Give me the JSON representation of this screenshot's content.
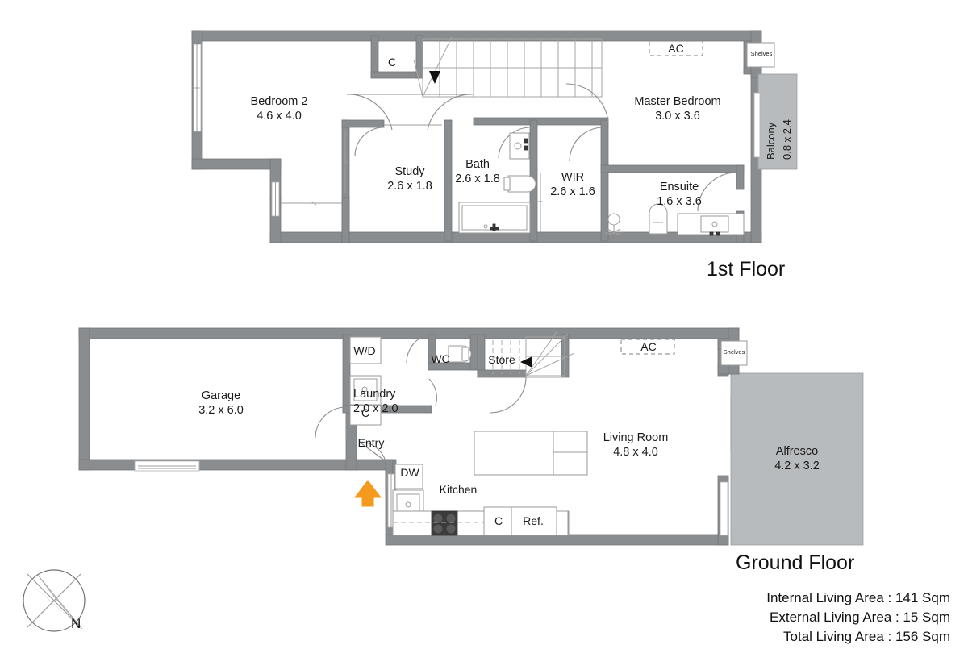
{
  "document": {
    "type": "residential-floor-plan",
    "background_color": "#ffffff",
    "wall_color": "#8a8d8f",
    "wall_outline_color": "#6f7274",
    "fixture_line_color": "#9a9a9a",
    "alfresco_fill_color": "#b8bbbd",
    "balcony_fill_color": "#b8bbbd",
    "text_color": "#1a1a1a",
    "entry_arrow_color": "#f59a1e"
  },
  "floors": [
    {
      "id": "first-floor",
      "title": "1st Floor",
      "rooms": [
        {
          "id": "bedroom-2",
          "name": "Bedroom 2",
          "dimensions": "4.6 x 4.0"
        },
        {
          "id": "study",
          "name": "Study",
          "dimensions": "2.6 x 1.8"
        },
        {
          "id": "bath",
          "name": "Bath",
          "dimensions": "2.6 x 1.8"
        },
        {
          "id": "wir",
          "name": "WIR",
          "dimensions": "2.6 x 1.6"
        },
        {
          "id": "master-bedroom",
          "name": "Master Bedroom",
          "dimensions": "3.0 x 3.6"
        },
        {
          "id": "ensuite",
          "name": "Ensuite",
          "dimensions": "1.6 x 3.6"
        },
        {
          "id": "balcony",
          "name": "Balcony",
          "dimensions": "0.8 x 2.4"
        }
      ],
      "annotations": [
        {
          "id": "closet-c",
          "label": "C"
        },
        {
          "id": "ac-unit",
          "label": "AC"
        },
        {
          "id": "shelves",
          "label": "Shelves"
        }
      ]
    },
    {
      "id": "ground-floor",
      "title": "Ground Floor",
      "rooms": [
        {
          "id": "garage",
          "name": "Garage",
          "dimensions": "3.2 x 6.0"
        },
        {
          "id": "laundry",
          "name": "Laundry",
          "dimensions": "2.0 x 2.0"
        },
        {
          "id": "living-room",
          "name": "Living Room",
          "dimensions": "4.8 x 4.0"
        },
        {
          "id": "alfresco",
          "name": "Alfresco",
          "dimensions": "4.2 x 3.2"
        }
      ],
      "annotations": [
        {
          "id": "washer-dryer",
          "label": "W/D"
        },
        {
          "id": "laundry-closet",
          "label": "C"
        },
        {
          "id": "wc",
          "label": "WC"
        },
        {
          "id": "store",
          "label": "Store"
        },
        {
          "id": "ac-unit",
          "label": "AC"
        },
        {
          "id": "shelves",
          "label": "Shelves"
        },
        {
          "id": "entry",
          "label": "Entry"
        },
        {
          "id": "dishwasher",
          "label": "DW"
        },
        {
          "id": "kitchen",
          "label": "Kitchen"
        },
        {
          "id": "kitchen-closet",
          "label": "C"
        },
        {
          "id": "refrigerator",
          "label": "Ref."
        }
      ]
    }
  ],
  "area_summary": {
    "lines": [
      "Internal Living Area : 141 Sqm",
      "External Living Area : 15 Sqm",
      "Total Living Area : 156 Sqm"
    ],
    "internal": "Internal Living Area : 141 Sqm",
    "external": "External Living Area : 15 Sqm",
    "total": "Total Living Area : 156 Sqm"
  },
  "compass": {
    "label": "N",
    "needle_direction": "north-west",
    "icon": "compass-rose-icon"
  }
}
